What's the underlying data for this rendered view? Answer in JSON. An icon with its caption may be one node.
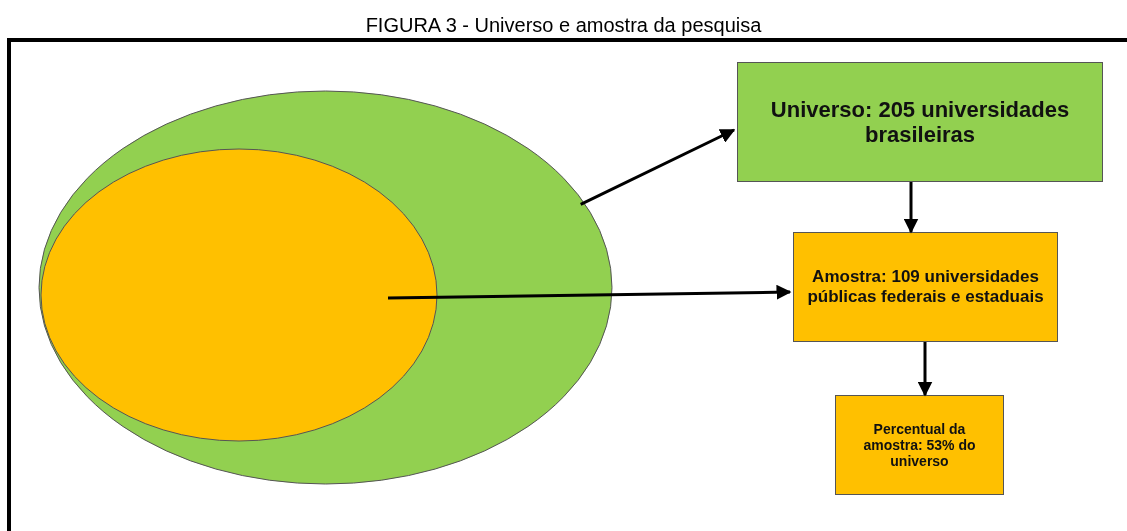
{
  "diagram": {
    "title": "FIGURA 3 - Universo e amostra da pesquisa",
    "nodes": [
      {
        "text": [],
        "shape": "ellipse"
      },
      {
        "text": [],
        "shape": "ellipse",
        "in": 0
      },
      {
        "text": [
          "Universo: 205 universidades brasileiras"
        ]
      },
      {
        "text": [
          "Amostra: 109 universidades públicas federais e estaduais"
        ]
      },
      {
        "text": [
          "Percentual da amostra: 53% do universo"
        ]
      }
    ],
    "edges": [
      {
        "from": 0,
        "to": 2,
        "arrow": "to"
      },
      {
        "from": 1,
        "to": 3,
        "arrow": "to"
      },
      {
        "from": 2,
        "to": 3,
        "arrow": "to"
      },
      {
        "from": 3,
        "to": 4,
        "arrow": "to"
      }
    ]
  }
}
